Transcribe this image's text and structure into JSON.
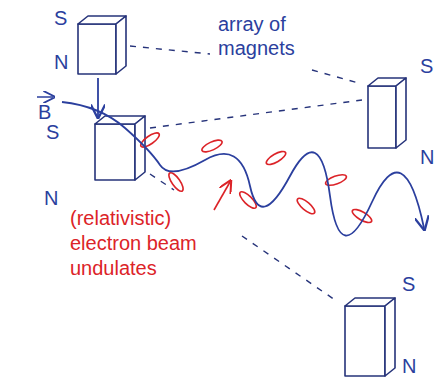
{
  "diagram": {
    "labels": [
      "S",
      "N",
      "array of magnets",
      "B",
      "S",
      "N",
      "S",
      "N",
      "(relativistic) electron beam undulates",
      "S",
      "N"
    ]
  }
}
